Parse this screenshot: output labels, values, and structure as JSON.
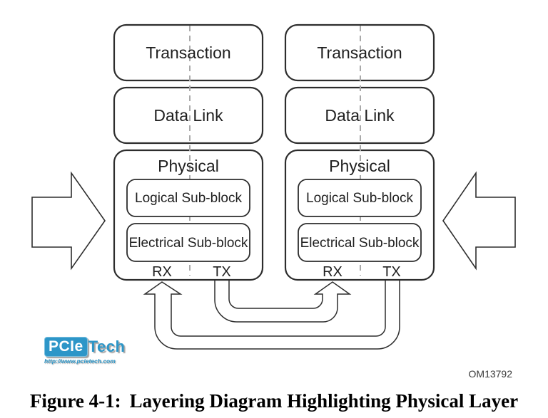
{
  "diagram": {
    "left_device": {
      "transaction": "Transaction",
      "data_link": "Data Link",
      "physical": "Physical",
      "logical_sub_block": "Logical Sub-block",
      "electrical_sub_block": "Electrical Sub-block",
      "rx": "RX",
      "tx": "TX"
    },
    "right_device": {
      "transaction": "Transaction",
      "data_link": "Data Link",
      "physical": "Physical",
      "logical_sub_block": "Logical Sub-block",
      "electrical_sub_block": "Electrical Sub-block",
      "rx": "RX",
      "tx": "TX"
    },
    "part_number": "OM13792"
  },
  "logo": {
    "primary": "PCIe",
    "secondary": "Tech",
    "url": "http://www.pcietech.com"
  },
  "caption": {
    "label": "Figure 4-1:",
    "title": "Layering Diagram Highlighting Physical Layer"
  },
  "colors": {
    "line": "#2d2d2d",
    "dashed_line": "#a9a9a9",
    "logo_blue": "#2d96c8"
  }
}
